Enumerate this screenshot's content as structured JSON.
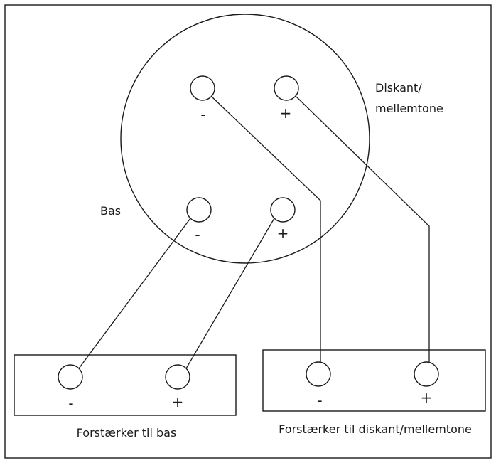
{
  "labels": {
    "treble_mid": [
      "Diskant/",
      "mellemtone"
    ],
    "bass": "Bas",
    "amp_bass": "Forstærker til bas",
    "amp_treble": "Forstærker til diskant/mellemtone"
  },
  "polarity": {
    "minus": "-",
    "plus": "+"
  },
  "colors": {
    "line": "#1a1a1a",
    "background": "#ffffff"
  }
}
